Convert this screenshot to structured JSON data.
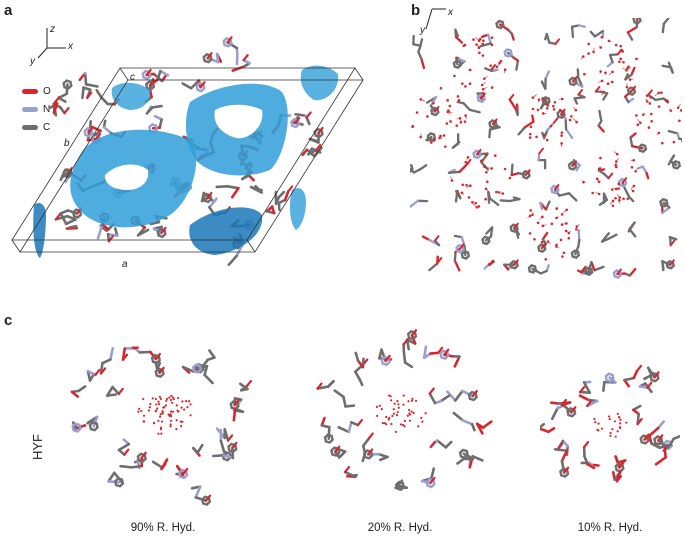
{
  "panels": {
    "a": {
      "letter": "a",
      "axes": {
        "z": "z",
        "x": "x",
        "y": "y"
      },
      "legend": [
        {
          "label": "O",
          "color": "#d9262c"
        },
        {
          "label": "N",
          "color": "#9a9fd0"
        },
        {
          "label": "C",
          "color": "#6e6e6e"
        }
      ],
      "cell_labels": {
        "a": "a",
        "b": "b",
        "c": "c"
      }
    },
    "b": {
      "letter": "b",
      "axes": {
        "x": "x",
        "y": "y"
      }
    },
    "c": {
      "letter": "c",
      "row_label": "HYF",
      "captions": [
        "90% R. Hyd.",
        "20% R. Hyd.",
        "10% R. Hyd."
      ]
    }
  },
  "colors": {
    "carbon": "#6e6e6e",
    "oxygen": "#d9262c",
    "nitrogen": "#9a9fd0",
    "water": "#d9262c",
    "channel": "#2f9fd8",
    "channel_dark": "#1a78b8"
  }
}
